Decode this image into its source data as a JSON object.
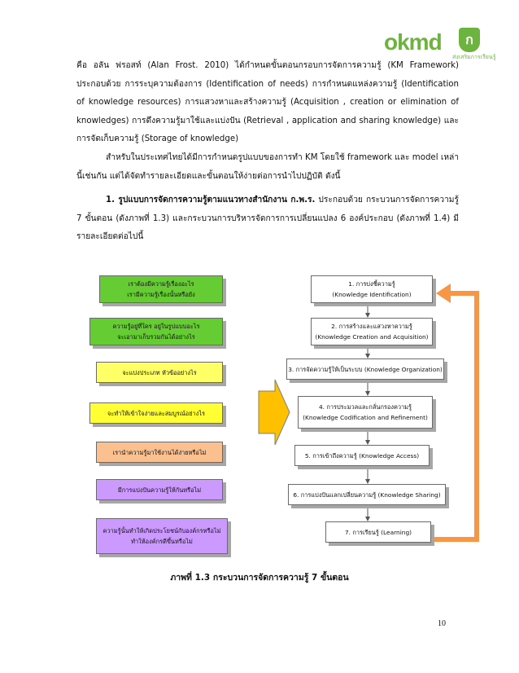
{
  "logo": {
    "text": "okmd",
    "badge": "ก",
    "subtext": "ส่งเสริมการเรียนรู้"
  },
  "paragraphs": [
    {
      "text": "คือ อลัน ฟรอสท์ (Alan Frost. 2010) ได้กำหนดขั้นตอนกรอบการจัดการความรู้ (KM Framework) ประกอบด้วย การระบุความต้องการ (Identification of needs) การกำหนดแหล่งความรู้ (Identification of knowledge resources) การแสวงหาและสร้างความรู้ (Acquisition , creation or elimination of knowledges) การดึงความรู้มาใช้และแบ่งปัน (Retrieval , application and sharing knowledge) และการจัดเก็บความรู้ (Storage of knowledge)"
    },
    {
      "text": "สำหรับในประเทศไทยได้มีการกำหนดรูปแบบของการทำ KM โดยใช้ framework และ model เหล่านี้เช่นกัน แต่ได้จัดทำรายละเอียดและขั้นตอนให้ง่ายต่อการนำไปปฏิบัติ ดังนี้"
    },
    {
      "heading": "1. รูปแบบการจัดการความรู้ตามแนวทางสำนักงาน ก.พ.ร.",
      "text": " ประกอบด้วย กระบวนการจัดการความรู้ 7 ขั้นตอน (ดังภาพที่ 1.3) และกระบวนการบริหารจัดการการเปลี่ยนแปลง 6 องค์ประกอบ (ดังภาพที่ 1.4) มีรายละเอียดต่อไปนี้"
    }
  ],
  "figure": {
    "left_boxes": [
      {
        "lines": [
          "เราต้องมีความรู้เรื่องอะไร",
          "เรามีความรู้เรื่องนั้นหรือยัง"
        ],
        "color": "#66cc33"
      },
      {
        "lines": [
          "ความรู้อยู่ที่ใคร อยู่ในรูปแบบอะไร",
          "จะเอามาเก็บรวมกันได้อย่างไร"
        ],
        "color": "#66cc33"
      },
      {
        "lines": [
          "จะแบ่งประเภท หัวข้ออย่างไร"
        ],
        "color": "#ffff66"
      },
      {
        "lines": [
          "จะทำให้เข้าใจง่ายและสมบูรณ์อย่างไร"
        ],
        "color": "#ffff33"
      },
      {
        "lines": [
          "เรานำความรู้มาใช้งานได้ง่ายหรือไม่"
        ],
        "color": "#fac090"
      },
      {
        "lines": [
          "มีการแบ่งปันความรู้ให้กันหรือไม่"
        ],
        "color": "#cc99ff"
      },
      {
        "lines": [
          "ความรู้นั้นทำให้เกิดประโยชน์กับองค์กรหรือไม่",
          "ทำให้องค์กรดีขึ้นหรือไม่"
        ],
        "color": "#cc99ff"
      }
    ],
    "right_boxes": [
      {
        "lines": [
          "1. การบ่งชี้ความรู้",
          "(Knowledge Identification)"
        ]
      },
      {
        "lines": [
          "2. การสร้างและแสวงหาความรู้",
          "(Knowledge Creation and Acquisition)"
        ]
      },
      {
        "lines": [
          "3. การจัดความรู้ให้เป็นระบบ (Knowledge Organization)"
        ]
      },
      {
        "lines": [
          "4. การประมวลและกลั่นกรองความรู้",
          "(Knowledge Codification and Refinement)"
        ]
      },
      {
        "lines": [
          "5. การเข้าถึงความรู้ (Knowledge Access)"
        ]
      },
      {
        "lines": [
          "6. การแบ่งปันแลกเปลี่ยนความรู้ (Knowledge Sharing)"
        ]
      },
      {
        "lines": [
          "7. การเรียนรู้ (Learning)"
        ]
      }
    ],
    "colors": {
      "arrow_orange": "#f79646",
      "right_arrow_fill": "#ffc000",
      "connector": "#555555",
      "box_border": "#6a6a6a"
    },
    "caption": "ภาพที่ 1.3 กระบวนการจัดการความรู้ 7 ขั้นตอน"
  },
  "page_number": "10"
}
